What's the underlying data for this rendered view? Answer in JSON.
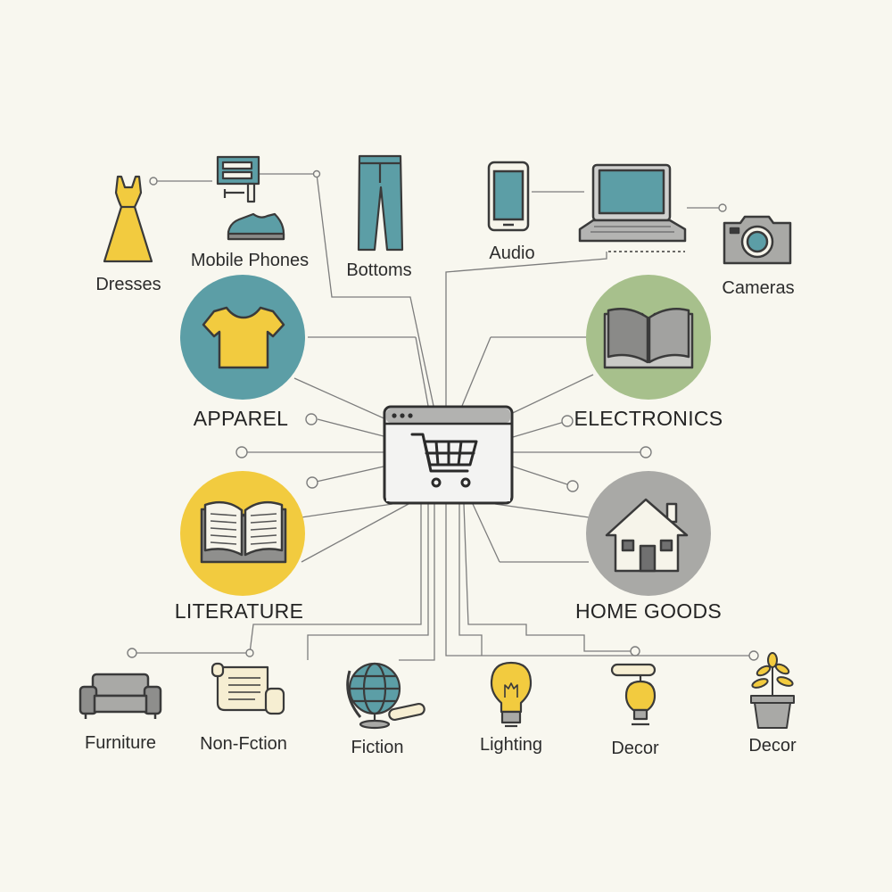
{
  "colors": {
    "background": "#f8f7ef",
    "line": "#7d7d7d",
    "teal": "#5c9ea6",
    "yellow": "#f2cb3f",
    "sage": "#a7c08c",
    "gray": "#a9a9a6",
    "dark": "#3a3a3a"
  },
  "hub": {
    "icon": "shopping-cart-icon"
  },
  "categories": [
    {
      "id": "apparel",
      "label": "APPAREL",
      "color": "#5c9ea6",
      "icon": "t-shirt-icon"
    },
    {
      "id": "electronics",
      "label": "ELECTRONICS",
      "color": "#a7c08c",
      "icon": "open-book-icon"
    },
    {
      "id": "literature",
      "label": "LITERATURE",
      "color": "#f2cb3f",
      "icon": "open-book-icon"
    },
    {
      "id": "home-goods",
      "label": "HOME GOODS",
      "color": "#a9a9a6",
      "icon": "house-icon"
    }
  ],
  "items_top": [
    {
      "label": "Dresses",
      "icon": "dress-icon"
    },
    {
      "label": "Mobile Phones",
      "icon": "phone-parts-and-sneaker-icon"
    },
    {
      "label": "Bottoms",
      "icon": "jeans-icon"
    },
    {
      "label": "Audio",
      "icon": "smartphone-icon"
    },
    {
      "label": "",
      "icon": "laptop-icon"
    },
    {
      "label": "Cameras",
      "icon": "camera-icon"
    }
  ],
  "items_bottom": [
    {
      "label": "Furniture",
      "icon": "sofa-icon"
    },
    {
      "label": "Non-Fction",
      "icon": "scroll-icon"
    },
    {
      "label": "Fiction",
      "icon": "globe-icon"
    },
    {
      "label": "Lighting",
      "icon": "light-bulb-icon"
    },
    {
      "label": "Decor",
      "icon": "lamp-decor-icon"
    },
    {
      "label": "Decor",
      "icon": "potted-plant-icon"
    }
  ]
}
